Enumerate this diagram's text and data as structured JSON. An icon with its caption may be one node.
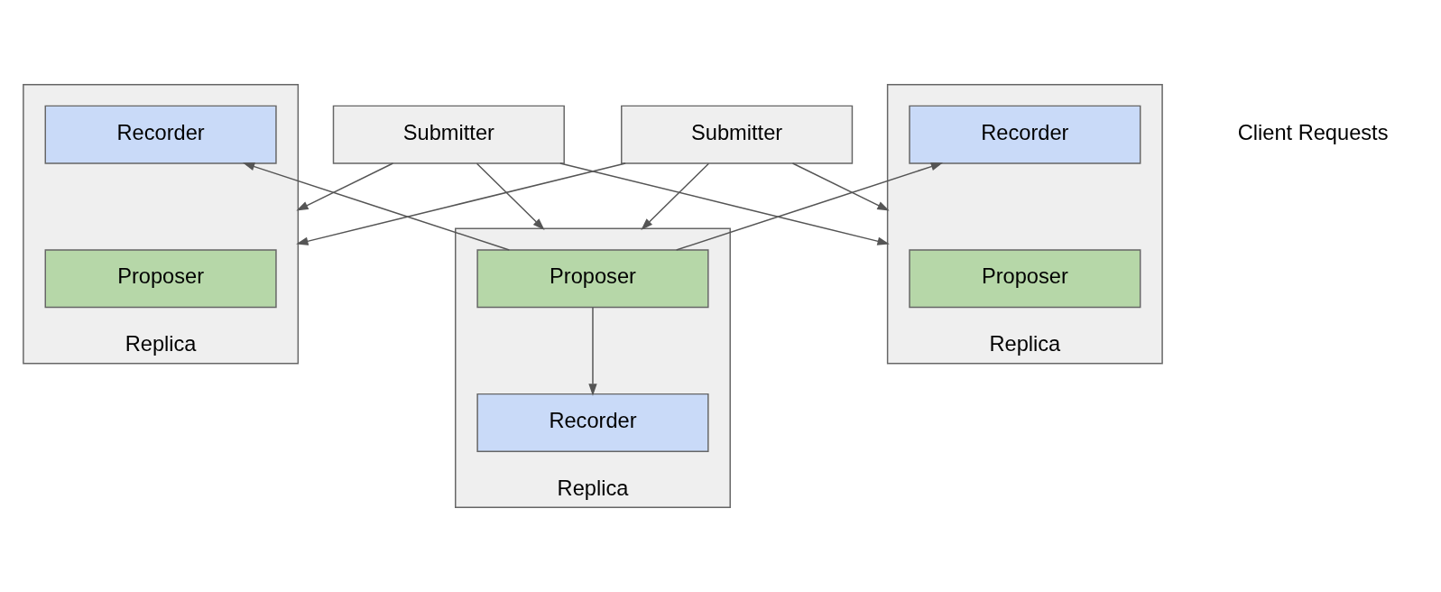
{
  "diagram": {
    "nodes": [
      {
        "text": [
          "Submitter"
        ]
      },
      {
        "text": [
          "Submitter"
        ]
      },
      {
        "text": [
          "Replica"
        ]
      },
      {
        "text": [
          "Proposer"
        ],
        "in": 2
      },
      {
        "text": [
          "Recorder"
        ],
        "in": 2
      },
      {
        "text": [
          "Replica"
        ]
      },
      {
        "text": [
          "Proposer"
        ],
        "in": 5
      },
      {
        "text": [
          "Recorder"
        ],
        "in": 5
      },
      {
        "text": [
          "Replica"
        ]
      },
      {
        "text": [
          "Proposer"
        ],
        "in": 8
      },
      {
        "text": [
          "Recorder"
        ],
        "in": 8
      }
    ],
    "edges": [
      {
        "from": 0,
        "to": 2,
        "arrow": "to"
      },
      {
        "from": 0,
        "to": 5,
        "arrow": "to"
      },
      {
        "from": 0,
        "to": 8,
        "arrow": "to"
      },
      {
        "from": 1,
        "to": 2,
        "arrow": "to"
      },
      {
        "from": 1,
        "to": 5,
        "arrow": "to"
      },
      {
        "from": 1,
        "to": 8,
        "arrow": "to"
      },
      {
        "from": 3,
        "to": 4,
        "arrow": "to"
      },
      {
        "from": 3,
        "to": 7,
        "arrow": "to"
      },
      {
        "from": 3,
        "to": 10,
        "arrow": "to"
      }
    ],
    "labels": [
      "Client Requests"
    ]
  }
}
